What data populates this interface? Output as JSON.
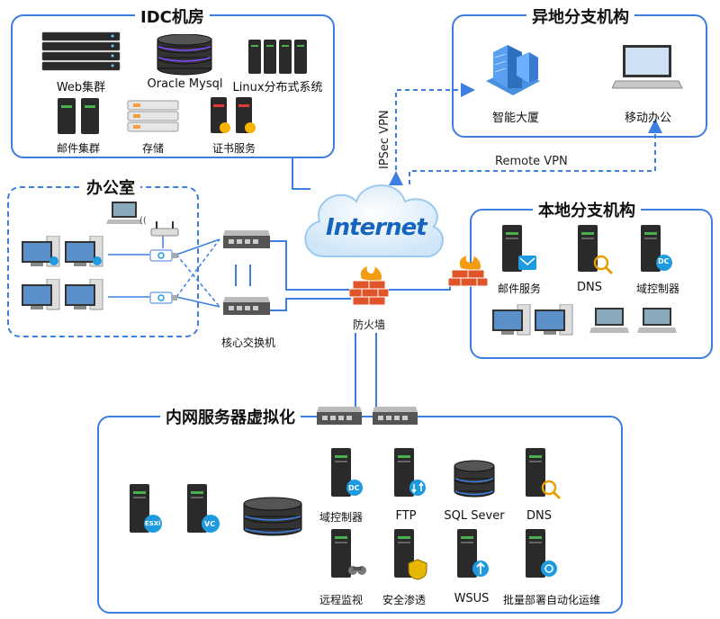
{
  "idc": {
    "title": "IDC机房",
    "web": "Web集群",
    "oracle": "Oracle Mysql",
    "linux": "Linux分布式系统",
    "mail": "邮件集群",
    "storage": "存储",
    "cert": "证书服务"
  },
  "branch_remote": {
    "title": "异地分支机构",
    "building": "智能大厦",
    "mobile": "移动办公"
  },
  "vpn": {
    "ipsec": "IPSec VPN",
    "remote": "Remote VPN"
  },
  "internet": {
    "label": "Internet"
  },
  "office": {
    "title": "办公室",
    "core_switch": "核心交换机"
  },
  "firewall": {
    "label": "防火墙"
  },
  "branch_local": {
    "title": "本地分支机构",
    "mail": "邮件服务",
    "dns": "DNS",
    "dc": "域控制器"
  },
  "intranet": {
    "title": "内网服务器虚拟化",
    "dc": "域控制器",
    "ftp": "FTP",
    "sql": "SQL Sever",
    "dns": "DNS",
    "monitor": "远程监视",
    "pentest": "安全渗透",
    "wsus": "WSUS",
    "batch": "批量部署自动化运维"
  },
  "badges": {
    "esxi": "ESXi",
    "vc": "VC",
    "dc": "DC"
  },
  "colors": {
    "frame": "#3d7fe0",
    "server": "#2a2a2a",
    "badge": "#1e9be0",
    "firewall": "#e0542a",
    "cloud_text": "#1565c0"
  }
}
